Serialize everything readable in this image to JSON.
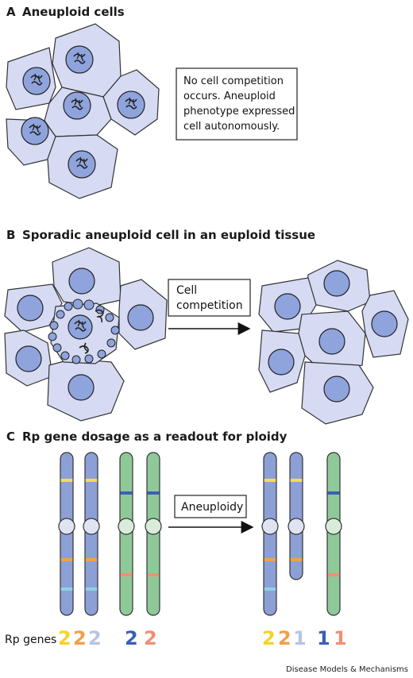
{
  "panel_a": {
    "letter": "A",
    "title": "Aneuploid cells",
    "note_lines": [
      "No cell competition",
      "occurs. Aneuploid",
      "phenotype expressed",
      "cell autonomously."
    ]
  },
  "panel_b": {
    "letter": "B",
    "title": "Sporadic aneuploid cell in an euploid tissue",
    "arrow_label_lines": [
      "Cell",
      "competition"
    ]
  },
  "panel_c": {
    "letter": "C",
    "title": "Rp gene dosage as a readout for ploidy",
    "arrow_label": "Aneuploidy",
    "rp_label": "Rp genes",
    "counts_before": [
      {
        "text": "2",
        "color": "#f5d327"
      },
      {
        "text": "2",
        "color": "#f0a04a"
      },
      {
        "text": "2",
        "color": "#b8c4e4"
      },
      {
        "text": "2",
        "color": "#3c5fb5"
      },
      {
        "text": "2",
        "color": "#ef8f77"
      }
    ],
    "counts_after": [
      {
        "text": "2",
        "color": "#f5d327"
      },
      {
        "text": "2",
        "color": "#f0a04a"
      },
      {
        "text": "1",
        "color": "#b8c4e4"
      },
      {
        "text": "1",
        "color": "#3c5fb5"
      },
      {
        "text": "1",
        "color": "#ef8f77"
      }
    ]
  },
  "credit": "Disease Models & Mechanisms",
  "colors": {
    "cell_fill": "#d6dbf3",
    "nucleus_fill": "#8fa4dd",
    "chromosome_blue": "#8da0d6",
    "chromosome_green": "#8fc99a",
    "band_yellow": "#f3df4a",
    "band_orange": "#f0a04a",
    "band_cyan": "#8fd0e4",
    "band_blue": "#3f5fb3",
    "band_salmon": "#ef8f77"
  }
}
